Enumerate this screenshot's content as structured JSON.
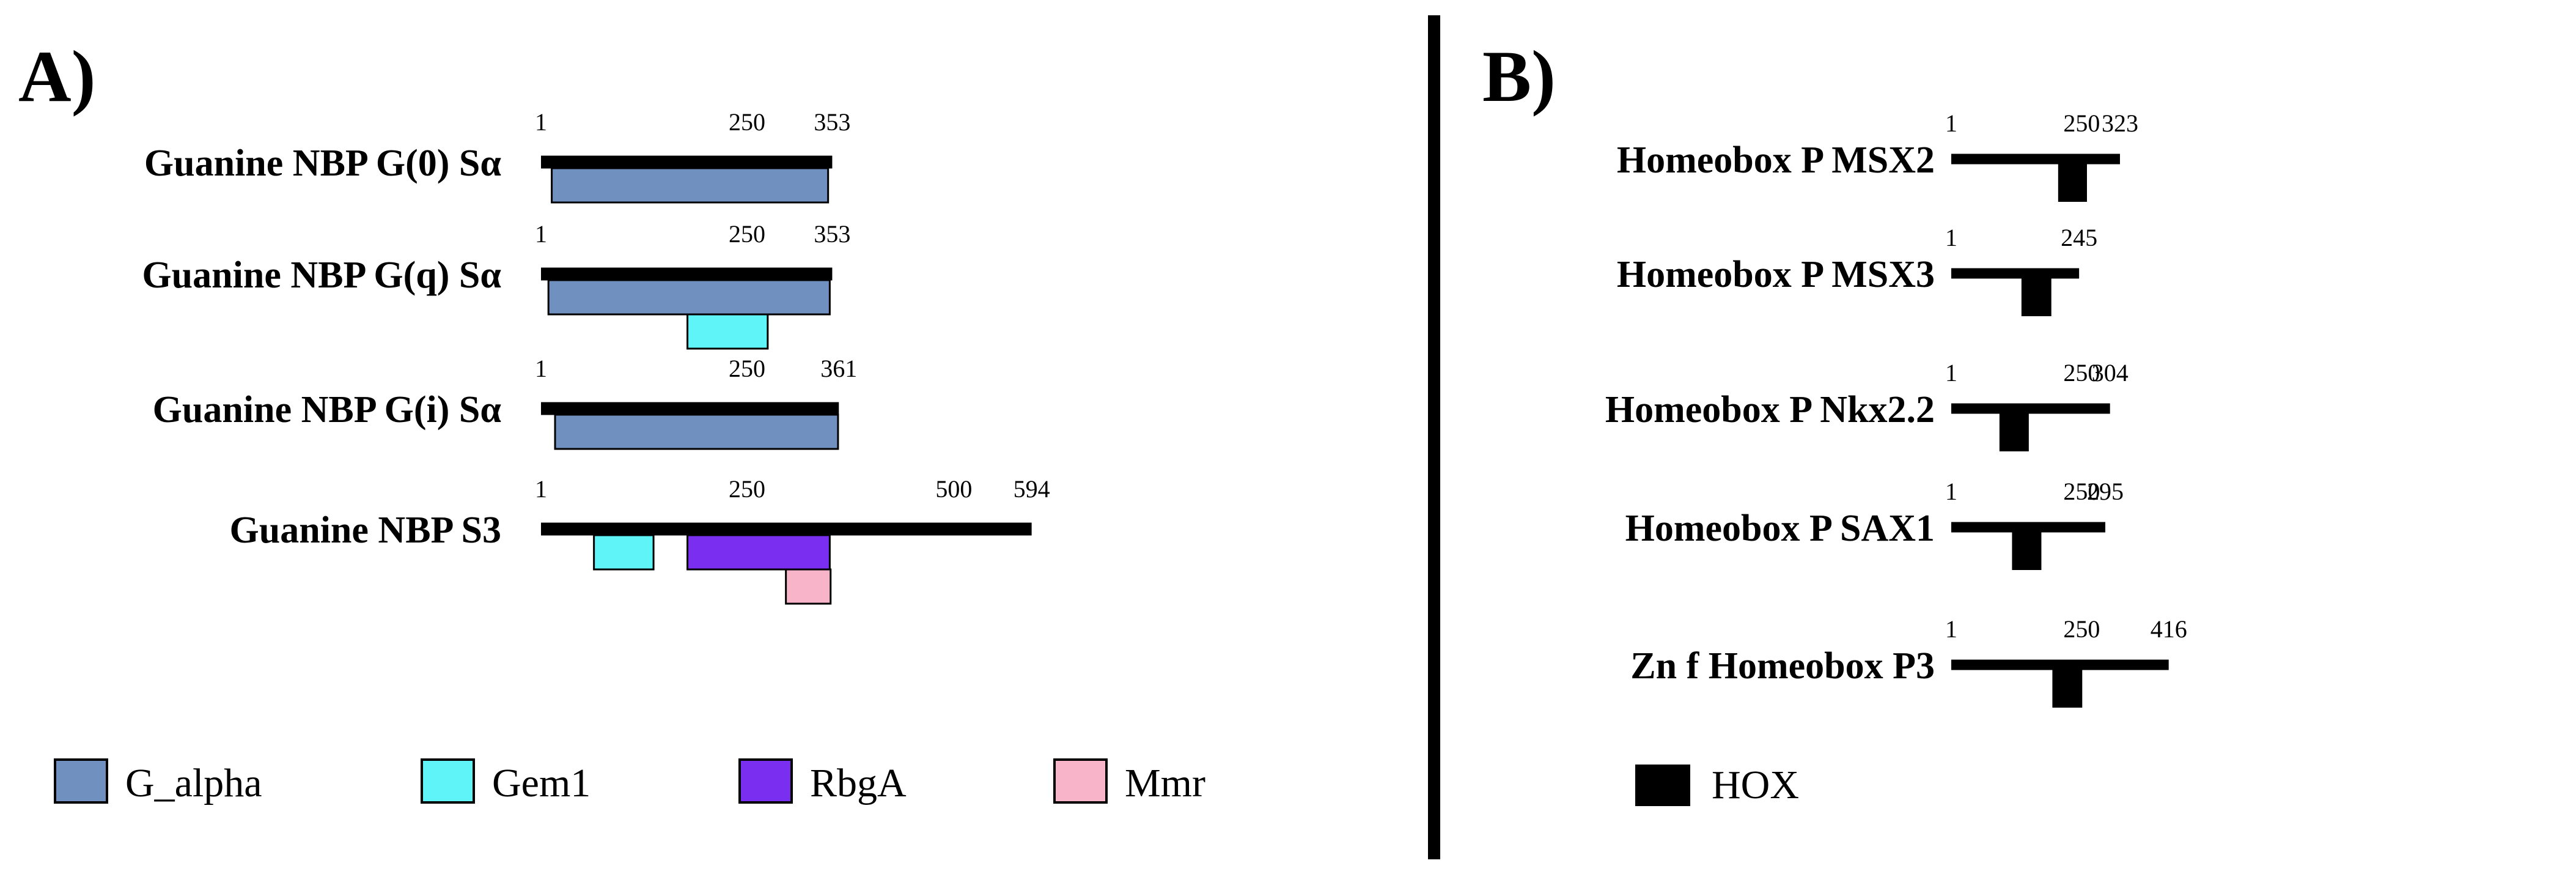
{
  "panels": [
    {
      "label": "A)",
      "proteins": [
        {
          "name": "Guanine NBP G(0) Sα",
          "length": 353,
          "ticks": [
            {
              "pos": 1,
              "label": "1"
            },
            {
              "pos": 250,
              "label": "250"
            },
            {
              "pos": 353,
              "label": "353"
            }
          ],
          "domains": [
            {
              "type": "G_alpha",
              "start": 14,
              "end": 348
            }
          ]
        },
        {
          "name": "Guanine NBP G(q) Sα",
          "length": 353,
          "ticks": [
            {
              "pos": 1,
              "label": "1"
            },
            {
              "pos": 250,
              "label": "250"
            },
            {
              "pos": 353,
              "label": "353"
            }
          ],
          "domains": [
            {
              "type": "G_alpha",
              "start": 10,
              "end": 350
            },
            {
              "type": "Gem1",
              "start": 178,
              "end": 275
            }
          ]
        },
        {
          "name": "Guanine NBP G(i) Sα",
          "length": 361,
          "ticks": [
            {
              "pos": 1,
              "label": "1"
            },
            {
              "pos": 250,
              "label": "250"
            },
            {
              "pos": 361,
              "label": "361"
            }
          ],
          "domains": [
            {
              "type": "G_alpha",
              "start": 18,
              "end": 360
            }
          ]
        },
        {
          "name": "Guanine NBP S3",
          "length": 594,
          "ticks": [
            {
              "pos": 1,
              "label": "1"
            },
            {
              "pos": 250,
              "label": "250"
            },
            {
              "pos": 500,
              "label": "500"
            },
            {
              "pos": 594,
              "label": "594"
            }
          ],
          "domains": [
            {
              "type": "Gem1",
              "start": 65,
              "end": 137
            },
            {
              "type": "RbgA",
              "start": 178,
              "end": 350
            },
            {
              "type": "Mmr",
              "start": 297,
              "end": 351
            }
          ]
        }
      ],
      "legend": [
        {
          "type": "G_alpha",
          "label": "G_alpha"
        },
        {
          "type": "Gem1",
          "label": "Gem1"
        },
        {
          "type": "RbgA",
          "label": "RbgA"
        },
        {
          "type": "Mmr",
          "label": "Mmr"
        }
      ]
    },
    {
      "label": "B)",
      "proteins": [
        {
          "name": "Homeobox P MSX2",
          "length": 323,
          "ticks": [
            {
              "pos": 1,
              "label": "1"
            },
            {
              "pos": 250,
              "label": "250"
            },
            {
              "pos": 323,
              "label": "323"
            }
          ],
          "domains": [
            {
              "type": "HOX",
              "start": 205,
              "end": 260
            }
          ]
        },
        {
          "name": "Homeobox P MSX3",
          "length": 245,
          "ticks": [
            {
              "pos": 1,
              "label": "1"
            },
            {
              "pos": 245,
              "label": "245"
            }
          ],
          "domains": [
            {
              "type": "HOX",
              "start": 135,
              "end": 192
            }
          ]
        },
        {
          "name": "Homeobox P Nkx2.2",
          "length": 304,
          "ticks": [
            {
              "pos": 1,
              "label": "1"
            },
            {
              "pos": 250,
              "label": "250"
            },
            {
              "pos": 304,
              "label": "304"
            }
          ],
          "domains": [
            {
              "type": "HOX",
              "start": 93,
              "end": 149
            }
          ]
        },
        {
          "name": "Homeobox P SAX1",
          "length": 295,
          "ticks": [
            {
              "pos": 1,
              "label": "1"
            },
            {
              "pos": 250,
              "label": "250"
            },
            {
              "pos": 295,
              "label": "295"
            }
          ],
          "domains": [
            {
              "type": "HOX",
              "start": 117,
              "end": 173
            }
          ]
        },
        {
          "name": "Zn f Homeobox P3",
          "length": 416,
          "ticks": [
            {
              "pos": 1,
              "label": "1"
            },
            {
              "pos": 250,
              "label": "250"
            },
            {
              "pos": 416,
              "label": "416"
            }
          ],
          "domains": [
            {
              "type": "HOX",
              "start": 194,
              "end": 251
            }
          ]
        }
      ],
      "legend": [
        {
          "type": "HOX",
          "label": "HOX"
        }
      ]
    }
  ],
  "colors": {
    "G_alpha": "#7090c0",
    "Gem1": "#5ff5f8",
    "RbgA": "#7a2ff0",
    "Mmr": "#f8b4c8",
    "HOX": "#000000",
    "backbone": "#000000"
  }
}
